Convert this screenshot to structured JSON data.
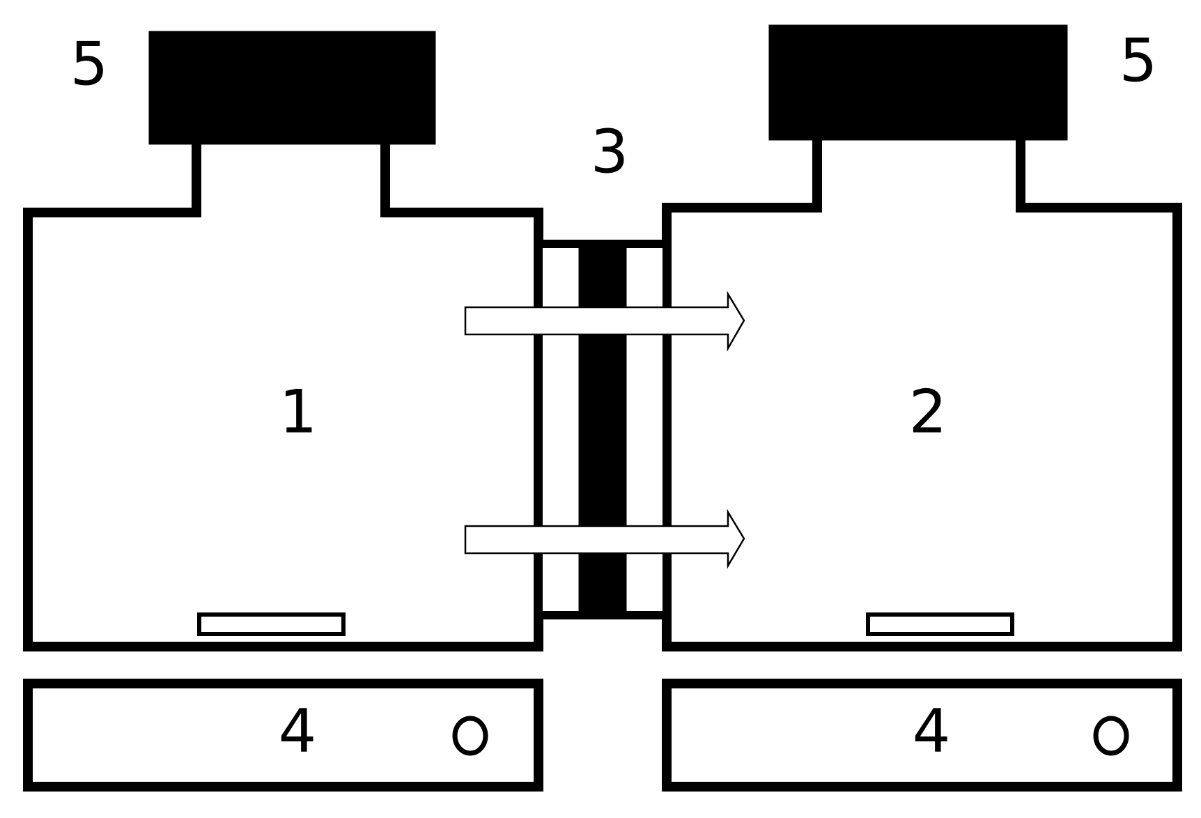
{
  "labels": {
    "left_chamber": "1",
    "right_chamber": "2",
    "membrane": "3",
    "left_base": "4",
    "right_base": "4",
    "left_cap": "5",
    "right_cap": "5"
  },
  "colors": {
    "line": "#000000",
    "fill": "#ffffff",
    "solid": "#000000"
  },
  "icons": {
    "flow_arrow": "right-arrow-icon",
    "knob": "knob-icon"
  }
}
